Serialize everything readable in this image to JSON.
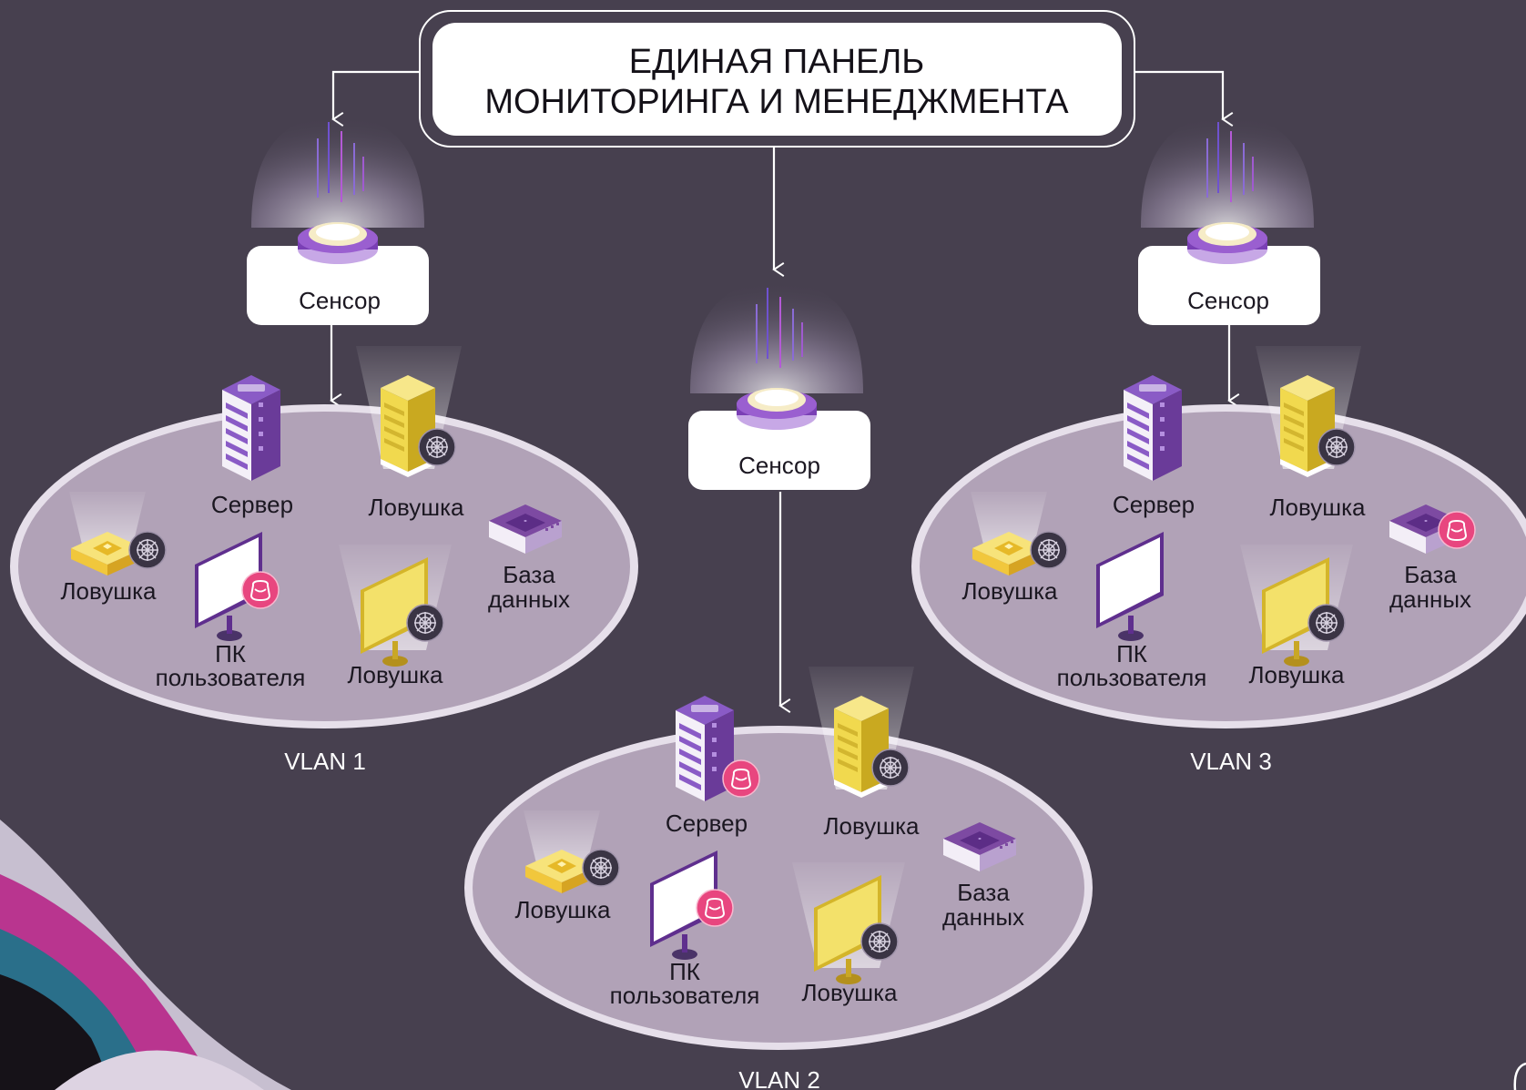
{
  "title": {
    "line1": "ЕДИНАЯ ПАНЕЛЬ",
    "line2": "МОНИТОРИНГА И МЕНЕДЖМЕНТА"
  },
  "sensor_label": "Сенсор",
  "labels": {
    "server": "Сервер",
    "trap": "Ловушка",
    "database_line1": "База",
    "database_line2": "данных",
    "pc_line1": "ПК",
    "pc_line2": "пользователя"
  },
  "vlans": [
    {
      "name": "VLAN 1"
    },
    {
      "name": "VLAN 2"
    },
    {
      "name": "VLAN 3"
    }
  ],
  "colors": {
    "background": "#47404f",
    "ellipse": "#b1a2b7",
    "ellipse_rim": "#e8e1ec",
    "purple": "#7d4aa2",
    "trap_yellow": "#f1d94e",
    "badge_pink": "#e8467f",
    "badge_dark": "#3a3444"
  },
  "icons": [
    "sensor-icon",
    "server-icon",
    "trap-server-icon",
    "trap-box-icon",
    "trap-monitor-icon",
    "pc-monitor-icon",
    "database-icon",
    "honeypot-badge-icon",
    "web-badge-icon",
    "arrow-icon"
  ]
}
